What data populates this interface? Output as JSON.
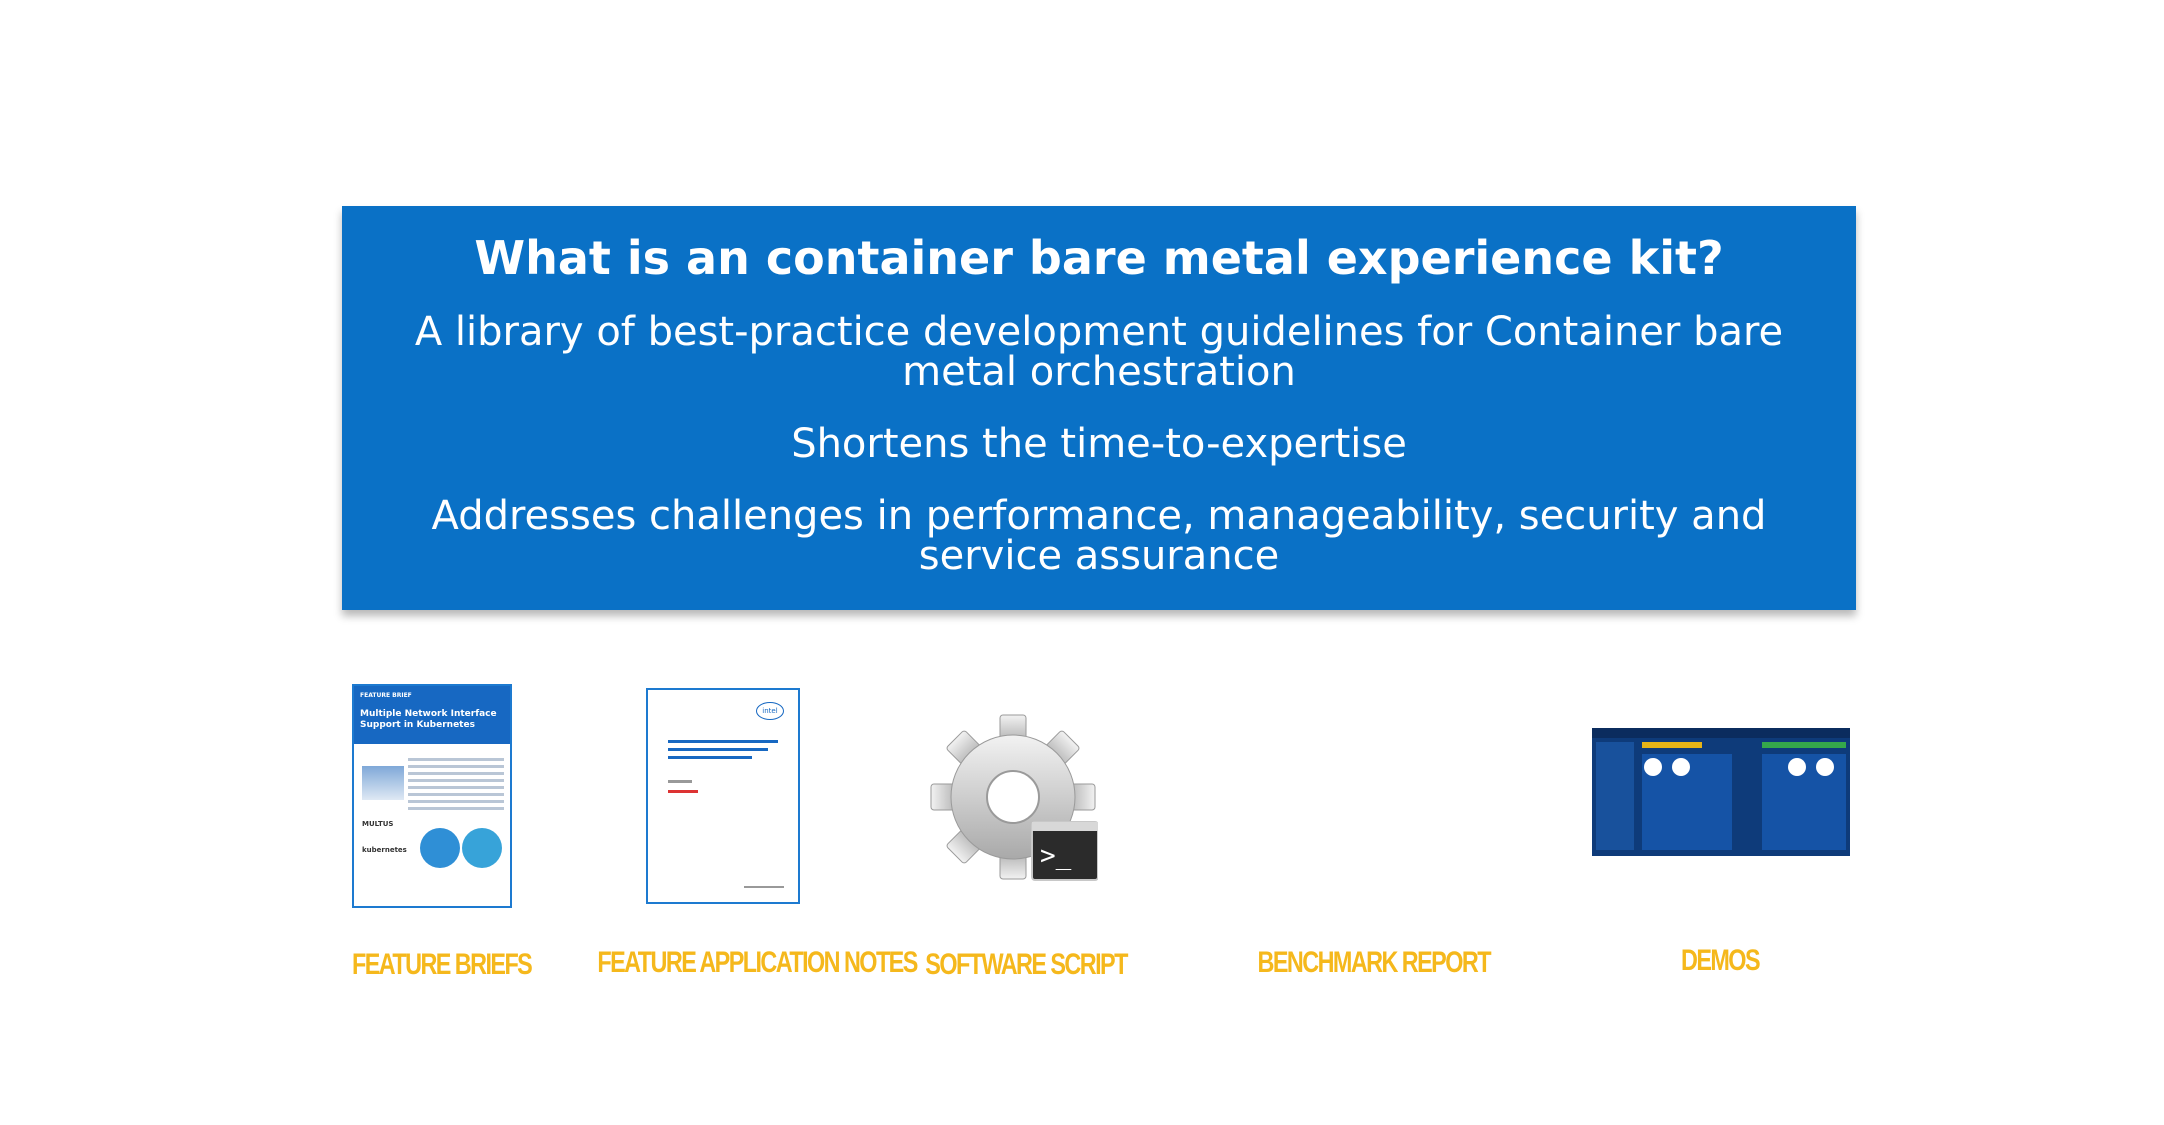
{
  "panel": {
    "headline": "What is an container bare metal experience kit?",
    "line1": "A library of best-practice development guidelines for Container bare metal orchestration",
    "line2": "Shortens the time-to-expertise",
    "line3": "Addresses challenges in performance, manageability, security and service assurance",
    "bg_color": "#0a71c6"
  },
  "tiles": {
    "feature_briefs": {
      "label": "FEATURE BRIEFS",
      "thumb_header": "FEATURE BRIEF",
      "thumb_title": "Multiple Network Interface Support in Kubernetes",
      "thumb_logo1": "MULTUS",
      "thumb_logo2": "kubernetes"
    },
    "app_notes": {
      "label": "FEATURE APPLICATION NOTES",
      "thumb_brand": "intel"
    },
    "software_script": {
      "label": "SOFTWARE SCRIPT",
      "icon": "gear-terminal-icon",
      "prompt": ">_"
    },
    "benchmark_report": {
      "label": "BENCHMARK REPORT"
    },
    "demos": {
      "label": "DEMOS"
    }
  },
  "label_color": "#f5b81c"
}
